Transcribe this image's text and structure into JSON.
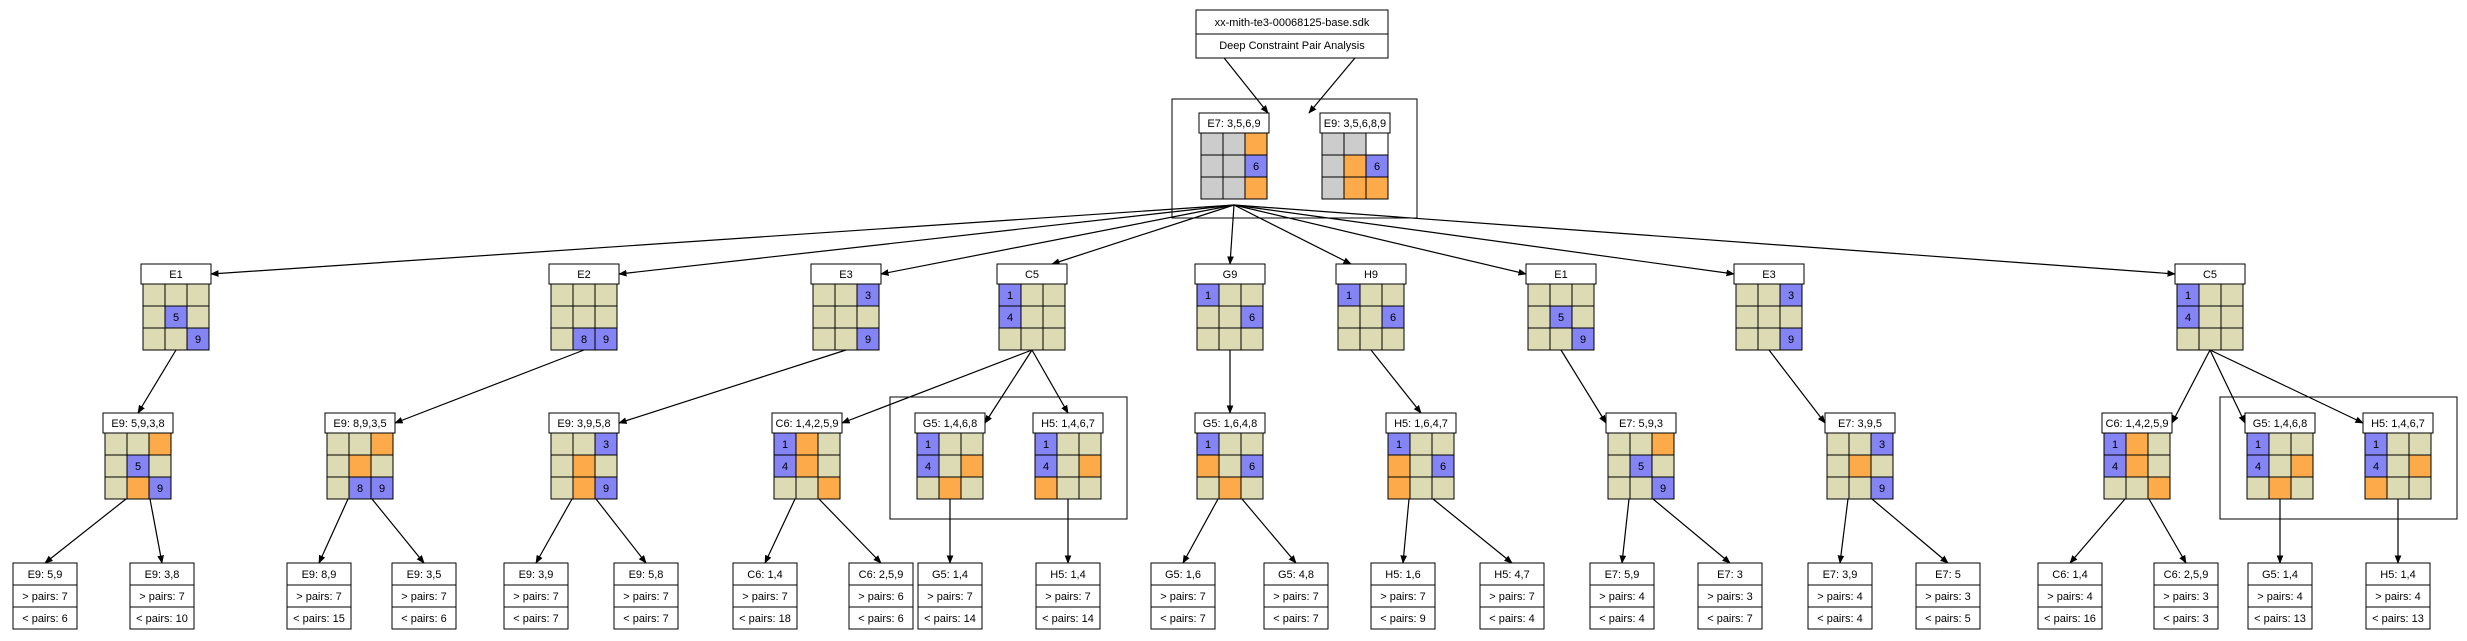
{
  "header": {
    "file": "xx-mith-te3-00068125-base.sdk",
    "subtitle": "Deep Constraint Pair Analysis"
  },
  "colors": {
    "beige": "#dddbb4",
    "gray": "#cccccc",
    "orange": "#fdaa4a",
    "blue": "#8484f5",
    "white": "#ffffff"
  },
  "nodes": [
    {
      "id": "rootA",
      "label": "E7: 3,5,6,9",
      "grid": [
        "g",
        "g",
        "o",
        "g",
        "g",
        "b6",
        "g",
        "g",
        "o"
      ]
    },
    {
      "id": "rootB",
      "label": "E9: 3,5,6,8,9",
      "grid": [
        "g",
        "g",
        "w",
        "g",
        "o",
        "b6",
        "g",
        "o",
        "o"
      ]
    },
    {
      "id": "e1a",
      "label": "E1",
      "grid": [
        "y",
        "y",
        "y",
        "y",
        "b5",
        "y",
        "y",
        "y",
        "b9"
      ]
    },
    {
      "id": "e2",
      "label": "E2",
      "grid": [
        "y",
        "y",
        "y",
        "y",
        "y",
        "y",
        "y",
        "b8",
        "b9"
      ]
    },
    {
      "id": "e3a",
      "label": "E3",
      "grid": [
        "y",
        "y",
        "b3",
        "y",
        "y",
        "y",
        "y",
        "y",
        "b9"
      ]
    },
    {
      "id": "c5a",
      "label": "C5",
      "grid": [
        "b1",
        "y",
        "y",
        "b4",
        "y",
        "y",
        "y",
        "y",
        "y"
      ]
    },
    {
      "id": "g9",
      "label": "G9",
      "grid": [
        "b1",
        "y",
        "y",
        "y",
        "y",
        "b6",
        "y",
        "y",
        "y"
      ]
    },
    {
      "id": "h9",
      "label": "H9",
      "grid": [
        "b1",
        "y",
        "y",
        "y",
        "y",
        "b6",
        "y",
        "y",
        "y"
      ]
    },
    {
      "id": "e1b",
      "label": "E1",
      "grid": [
        "y",
        "y",
        "y",
        "y",
        "b5",
        "y",
        "y",
        "y",
        "b9"
      ]
    },
    {
      "id": "e3b",
      "label": "E3",
      "grid": [
        "y",
        "y",
        "b3",
        "y",
        "y",
        "y",
        "y",
        "y",
        "b9"
      ]
    },
    {
      "id": "c5b",
      "label": "C5",
      "grid": [
        "b1",
        "y",
        "y",
        "b4",
        "y",
        "y",
        "y",
        "y",
        "y"
      ]
    },
    {
      "id": "n1",
      "label": "E9: 5,9,3,8",
      "grid": [
        "y",
        "y",
        "o",
        "y",
        "b5",
        "y",
        "y",
        "o",
        "b9"
      ]
    },
    {
      "id": "n2",
      "label": "E9: 8,9,3,5",
      "grid": [
        "y",
        "y",
        "o",
        "y",
        "o",
        "y",
        "y",
        "b8",
        "b9"
      ]
    },
    {
      "id": "n3",
      "label": "E9: 3,9,5,8",
      "grid": [
        "y",
        "y",
        "b3",
        "y",
        "o",
        "y",
        "y",
        "o",
        "b9"
      ]
    },
    {
      "id": "n4",
      "label": "C6: 1,4,2,5,9",
      "grid": [
        "b1",
        "o",
        "y",
        "b4",
        "o",
        "y",
        "y",
        "y",
        "o"
      ]
    },
    {
      "id": "n5",
      "label": "G5: 1,4,6,8",
      "grid": [
        "b1",
        "y",
        "y",
        "b4",
        "y",
        "o",
        "y",
        "o",
        "y"
      ]
    },
    {
      "id": "n6",
      "label": "H5: 1,4,6,7",
      "grid": [
        "b1",
        "y",
        "y",
        "b4",
        "y",
        "o",
        "o",
        "y",
        "y"
      ]
    },
    {
      "id": "n7",
      "label": "G5: 1,6,4,8",
      "grid": [
        "b1",
        "y",
        "y",
        "o",
        "y",
        "b6",
        "y",
        "o",
        "y"
      ]
    },
    {
      "id": "n8",
      "label": "H5: 1,6,4,7",
      "grid": [
        "b1",
        "y",
        "y",
        "o",
        "y",
        "b6",
        "o",
        "y",
        "y"
      ]
    },
    {
      "id": "n9",
      "label": "E7: 5,9,3",
      "grid": [
        "y",
        "y",
        "o",
        "y",
        "b5",
        "y",
        "y",
        "y",
        "b9"
      ]
    },
    {
      "id": "n10",
      "label": "E7: 3,9,5",
      "grid": [
        "y",
        "y",
        "b3",
        "y",
        "o",
        "y",
        "y",
        "y",
        "b9"
      ]
    },
    {
      "id": "n11",
      "label": "C6: 1,4,2,5,9",
      "grid": [
        "b1",
        "o",
        "y",
        "b4",
        "o",
        "y",
        "y",
        "y",
        "o"
      ]
    },
    {
      "id": "n12",
      "label": "G5: 1,4,6,8",
      "grid": [
        "b1",
        "y",
        "y",
        "b4",
        "y",
        "o",
        "y",
        "o",
        "y"
      ]
    },
    {
      "id": "n13",
      "label": "H5: 1,4,6,7",
      "grid": [
        "b1",
        "y",
        "y",
        "b4",
        "y",
        "o",
        "o",
        "y",
        "y"
      ]
    }
  ],
  "leaves": [
    {
      "label": "E9: 5,9",
      "gt": "> pairs: 7",
      "lt": "< pairs: 6"
    },
    {
      "label": "E9: 3,8",
      "gt": "> pairs: 7",
      "lt": "< pairs: 10"
    },
    {
      "label": "E9: 8,9",
      "gt": "> pairs: 7",
      "lt": "< pairs: 15"
    },
    {
      "label": "E9: 3,5",
      "gt": "> pairs: 7",
      "lt": "< pairs: 6"
    },
    {
      "label": "E9: 3,9",
      "gt": "> pairs: 7",
      "lt": "< pairs: 7"
    },
    {
      "label": "E9: 5,8",
      "gt": "> pairs: 7",
      "lt": "< pairs: 7"
    },
    {
      "label": "C6: 1,4",
      "gt": "> pairs: 7",
      "lt": "< pairs: 18"
    },
    {
      "label": "C6: 2,5,9",
      "gt": "> pairs: 6",
      "lt": "< pairs: 6"
    },
    {
      "label": "G5: 1,4",
      "gt": "> pairs: 7",
      "lt": "< pairs: 14"
    },
    {
      "label": "H5: 1,4",
      "gt": "> pairs: 7",
      "lt": "< pairs: 14"
    },
    {
      "label": "G5: 1,6",
      "gt": "> pairs: 7",
      "lt": "< pairs: 7"
    },
    {
      "label": "G5: 4,8",
      "gt": "> pairs: 7",
      "lt": "< pairs: 7"
    },
    {
      "label": "H5: 1,6",
      "gt": "> pairs: 7",
      "lt": "< pairs: 9"
    },
    {
      "label": "H5: 4,7",
      "gt": "> pairs: 7",
      "lt": "< pairs: 4"
    },
    {
      "label": "E7: 5,9",
      "gt": "> pairs: 4",
      "lt": "< pairs: 4"
    },
    {
      "label": "E7: 3",
      "gt": "> pairs: 3",
      "lt": "< pairs: 7"
    },
    {
      "label": "E7: 3,9",
      "gt": "> pairs: 4",
      "lt": "< pairs: 4"
    },
    {
      "label": "E7: 5",
      "gt": "> pairs: 3",
      "lt": "< pairs: 5"
    },
    {
      "label": "C6: 1,4",
      "gt": "> pairs: 4",
      "lt": "< pairs: 16"
    },
    {
      "label": "C6: 2,5,9",
      "gt": "> pairs: 3",
      "lt": "< pairs: 3"
    },
    {
      "label": "G5: 1,4",
      "gt": "> pairs: 4",
      "lt": "< pairs: 13"
    },
    {
      "label": "H5: 1,4",
      "gt": "> pairs: 4",
      "lt": "< pairs: 13"
    }
  ]
}
